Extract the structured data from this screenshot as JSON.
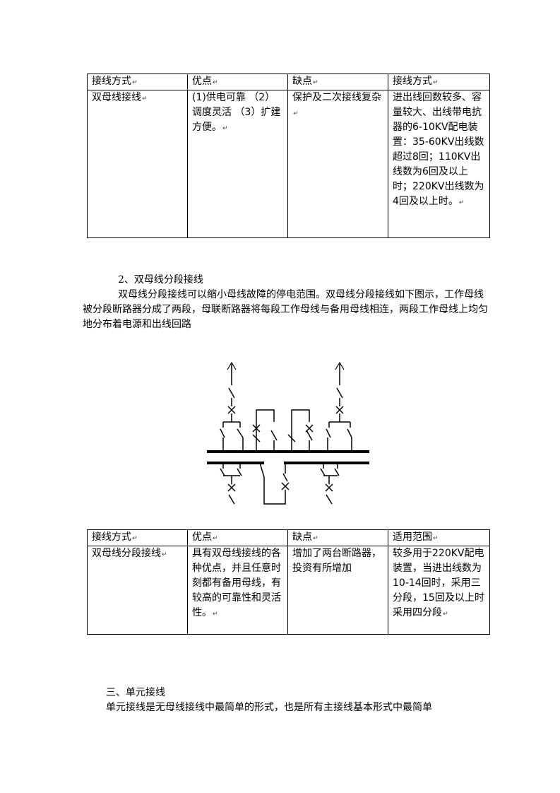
{
  "table1": {
    "headers": [
      "接线方式",
      "优点",
      "缺点",
      "接线方式"
    ],
    "row": [
      "双母线接线",
      "(1)供电可靠 （2）调度灵活 （3）扩建方便。",
      "保护及二次接线复杂",
      "进出线回数较多、容量较大、出线带电抗器的6-10KV配电装置：35-60KV出线数超过8回；110KV出线数为6回及以上时；220KV出线数为4回及以上时。"
    ]
  },
  "section2": {
    "title": "2、双母线分段接线",
    "paragraph": "双母线分段接线可以缩小母线故障的停电范围。双母线分段接线如下图示，工作母线被分段断路器分成了两段，母联断路器将每段工作母线与备用母线相连，两段工作母线上均匀地分布着电源和出线回路"
  },
  "table2": {
    "headers": [
      "接线方式",
      "优点",
      "缺点",
      "适用范围"
    ],
    "row": [
      "双母线分段接线",
      "具有双母线接线的各种优点，并且任意时刻都有备用母线，有较高的可靠性和灵活性。",
      "增加了两台断路器，投资有所增加",
      "较多用于220KV配电装置，当进出线数为10-14回时，采用三分段，15回及以上时采用四分段"
    ]
  },
  "section3": {
    "title": "三、单元接线",
    "paragraph": "单元接线是无母线接线中最简单的形式，也是所有主接线基本形式中最简单"
  },
  "marks": {
    "return_mark": "↵"
  }
}
